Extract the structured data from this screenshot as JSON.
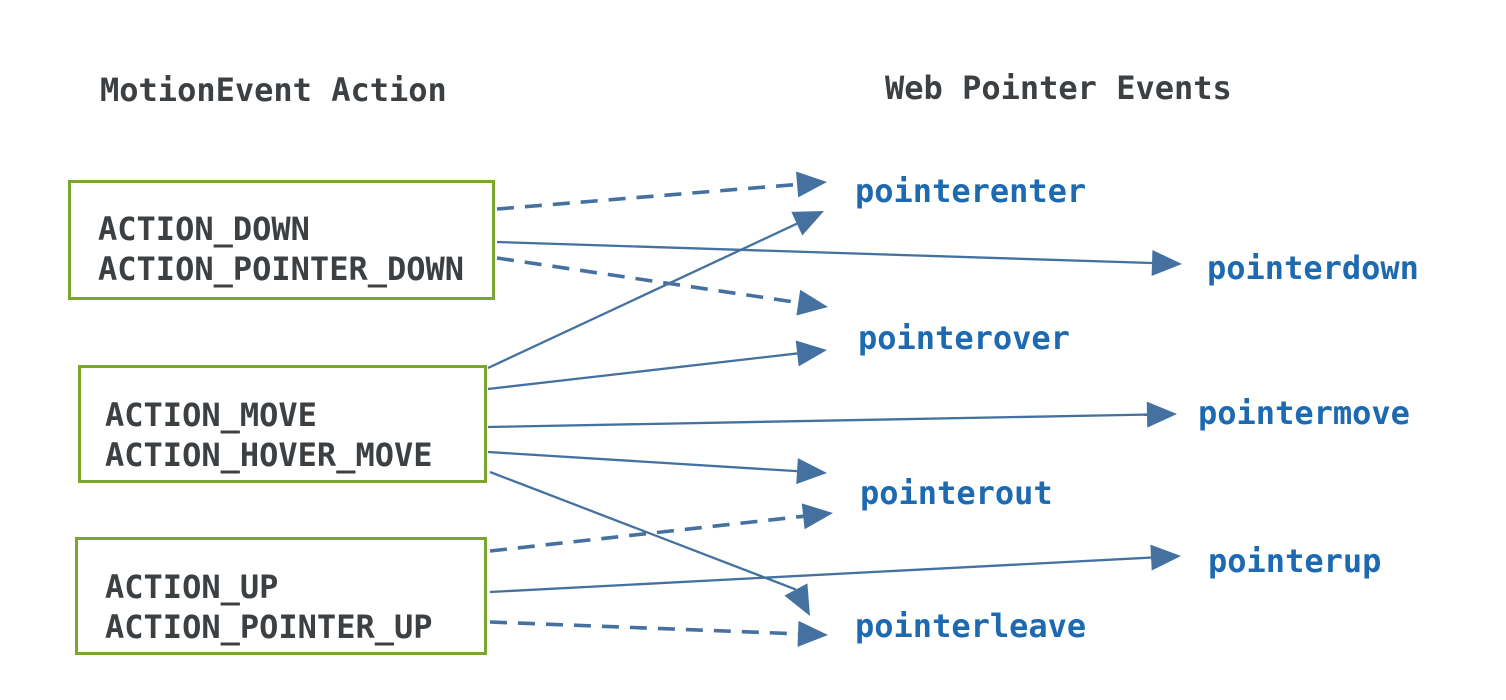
{
  "headers": {
    "left": "MotionEvent Action",
    "right": "Web Pointer Events"
  },
  "action_groups": [
    {
      "id": "down",
      "lines": [
        "ACTION_DOWN",
        "ACTION_POINTER_DOWN"
      ]
    },
    {
      "id": "move",
      "lines": [
        "ACTION_MOVE",
        "ACTION_HOVER_MOVE"
      ]
    },
    {
      "id": "up",
      "lines": [
        "ACTION_UP",
        "ACTION_POINTER_UP"
      ]
    }
  ],
  "events": [
    "pointerenter",
    "pointerdown",
    "pointerover",
    "pointermove",
    "pointerout",
    "pointerup",
    "pointerleave"
  ],
  "mappings": [
    {
      "group": "down",
      "to": "pointerenter",
      "style": "dashed"
    },
    {
      "group": "down",
      "to": "pointerdown",
      "style": "solid"
    },
    {
      "group": "down",
      "to": "pointerover",
      "style": "dashed"
    },
    {
      "group": "move",
      "to": "pointerenter",
      "style": "solid"
    },
    {
      "group": "move",
      "to": "pointerover",
      "style": "solid"
    },
    {
      "group": "move",
      "to": "pointermove",
      "style": "solid"
    },
    {
      "group": "move",
      "to": "pointerout",
      "style": "solid"
    },
    {
      "group": "move",
      "to": "pointerleave",
      "style": "solid"
    },
    {
      "group": "up",
      "to": "pointerout",
      "style": "dashed"
    },
    {
      "group": "up",
      "to": "pointerup",
      "style": "solid"
    },
    {
      "group": "up",
      "to": "pointerleave",
      "style": "dashed"
    }
  ],
  "colors": {
    "background": "#ffffff",
    "heading_text": "#3c4043",
    "event_text_blue": "#1e6ab0",
    "arrow_blue": "#44719f",
    "box_border_green": "#7aa62f"
  }
}
